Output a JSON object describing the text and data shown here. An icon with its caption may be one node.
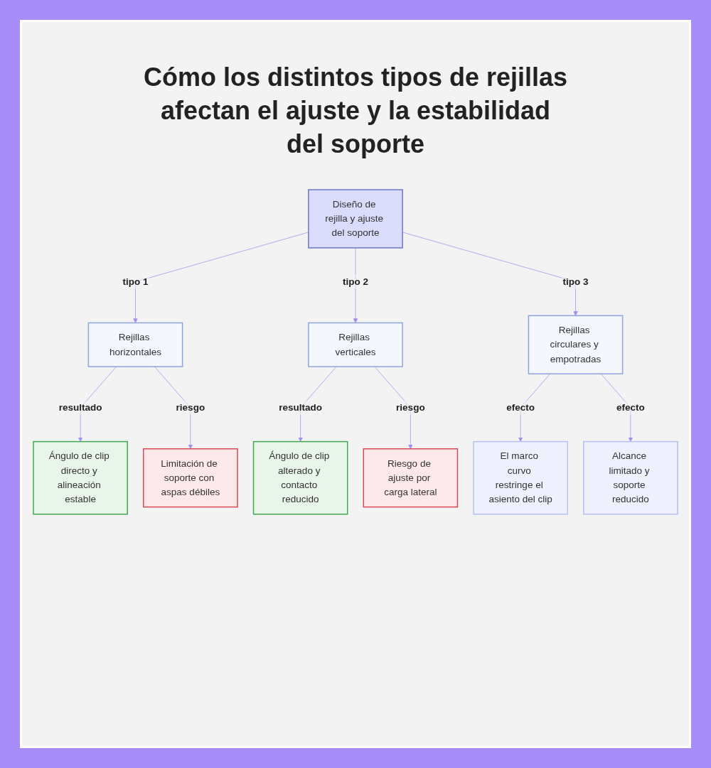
{
  "diagram": {
    "title": "Cómo los distintos tipos de rejillas afectan el ajuste y la estabilidad del soporte",
    "nodes": [
      {
        "text": [
          "Diseño de rejilla y ajuste del soporte"
        ]
      },
      {
        "text": [
          "Rejillas horizontales"
        ]
      },
      {
        "text": [
          "Rejillas verticales"
        ]
      },
      {
        "text": [
          "Rejillas circulares y empotradas"
        ]
      },
      {
        "text": [
          "Ángulo de clip directo y alineación estable"
        ]
      },
      {
        "text": [
          "Limitación de soporte con aspas débiles"
        ]
      },
      {
        "text": [
          "Ángulo de clip alterado y contacto reducido"
        ]
      },
      {
        "text": [
          "Riesgo de ajuste por carga lateral"
        ]
      },
      {
        "text": [
          "El marco curvo restringe el asiento del clip"
        ]
      },
      {
        "text": [
          "Alcance limitado y soporte reducido"
        ]
      }
    ],
    "edges": [
      {
        "from": 0,
        "to": 1,
        "arrow": "to",
        "label": "tipo 1"
      },
      {
        "from": 0,
        "to": 2,
        "arrow": "to",
        "label": "tipo 2"
      },
      {
        "from": 0,
        "to": 3,
        "arrow": "to",
        "label": "tipo 3"
      },
      {
        "from": 1,
        "to": 4,
        "arrow": "to",
        "label": "resultado"
      },
      {
        "from": 1,
        "to": 5,
        "arrow": "to",
        "label": "riesgo"
      },
      {
        "from": 2,
        "to": 6,
        "arrow": "to",
        "label": "resultado"
      },
      {
        "from": 2,
        "to": 7,
        "arrow": "to",
        "label": "riesgo"
      },
      {
        "from": 3,
        "to": 8,
        "arrow": "to",
        "label": "efecto"
      },
      {
        "from": 3,
        "to": 9,
        "arrow": "to",
        "label": "efecto"
      }
    ]
  }
}
